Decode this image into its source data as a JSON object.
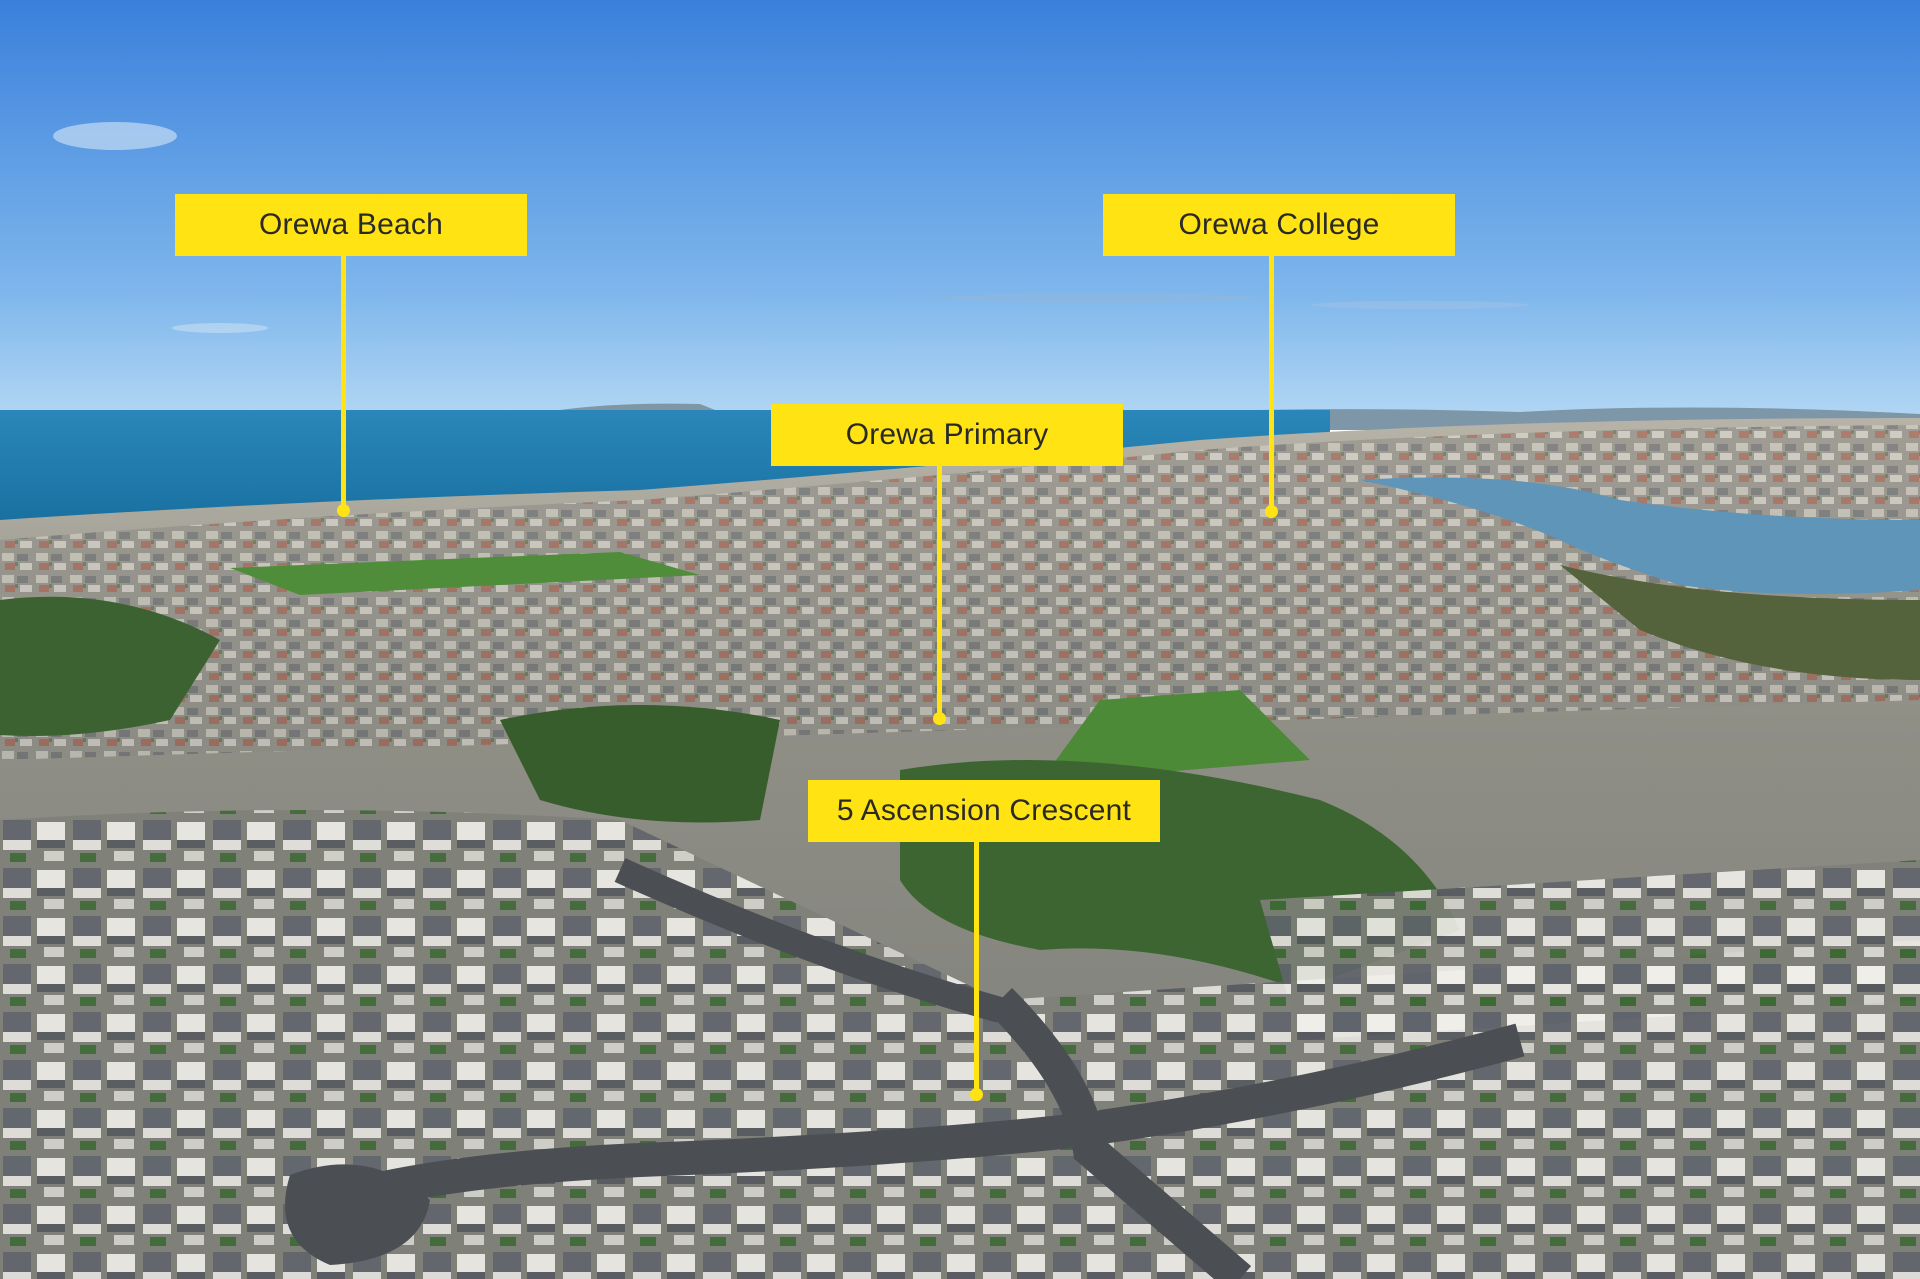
{
  "photo": {
    "colors": {
      "sky_top": "#3f86e0",
      "sky_bottom": "#a9d1f3",
      "sea": "#1f7fb4",
      "estuary": "#5f93b4",
      "land": "#9a9d92",
      "greenery": "#3f6b34",
      "road": "#4a4d52"
    }
  },
  "annotations": {
    "color": "#ffe313",
    "items": [
      {
        "label": "Orewa Beach"
      },
      {
        "label": "Orewa College"
      },
      {
        "label": "Orewa Primary"
      },
      {
        "label": "5 Ascension Crescent"
      }
    ]
  }
}
